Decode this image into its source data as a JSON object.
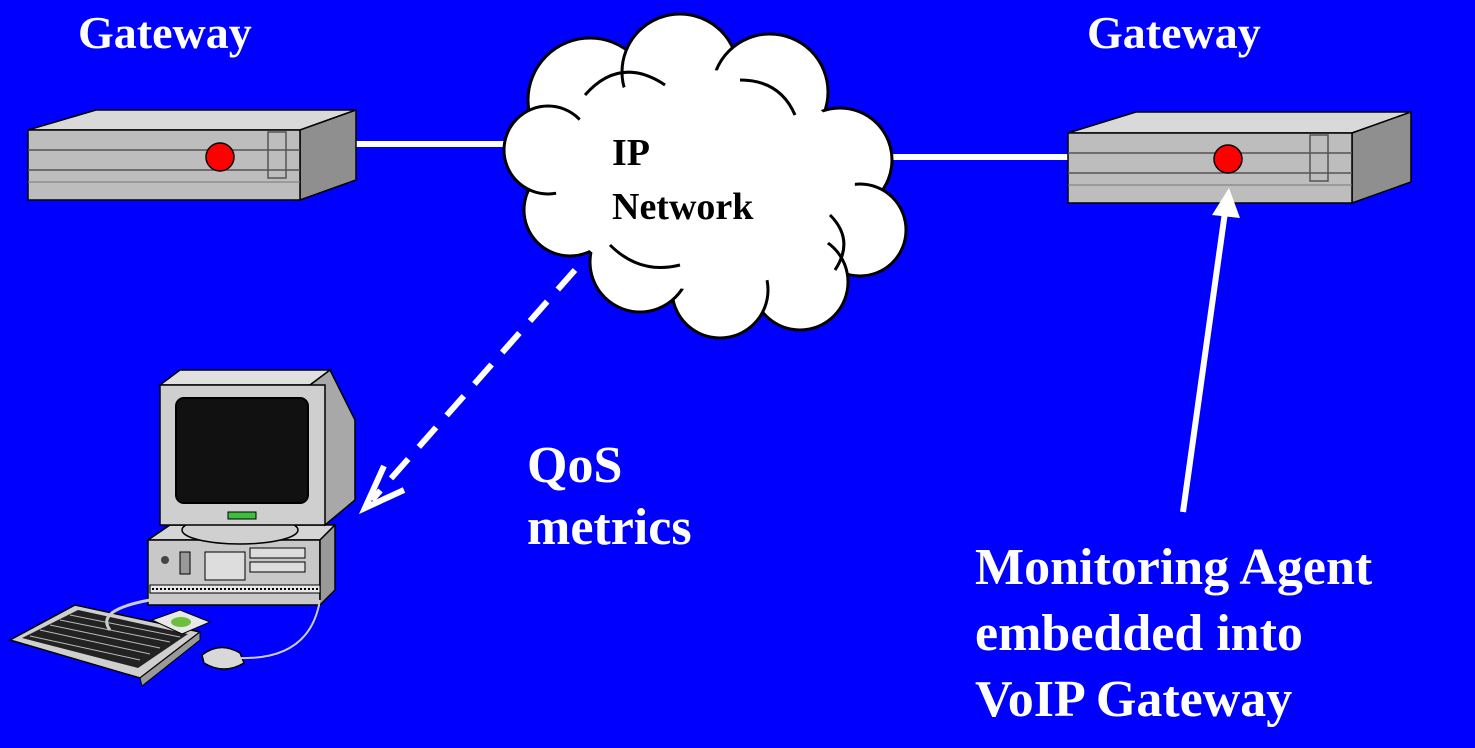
{
  "gateways": {
    "left_label": "Gateway",
    "right_label": "Gateway"
  },
  "network": {
    "line1": "IP",
    "line2": "Network"
  },
  "qos": {
    "line1": "QoS",
    "line2": "metrics"
  },
  "agent": {
    "line1": "Monitoring Agent",
    "line2": "embedded into",
    "line3": "VoIP Gateway"
  },
  "colors": {
    "background": "#0000ff",
    "indicator": "#ff0000",
    "text": "#ffffff"
  }
}
